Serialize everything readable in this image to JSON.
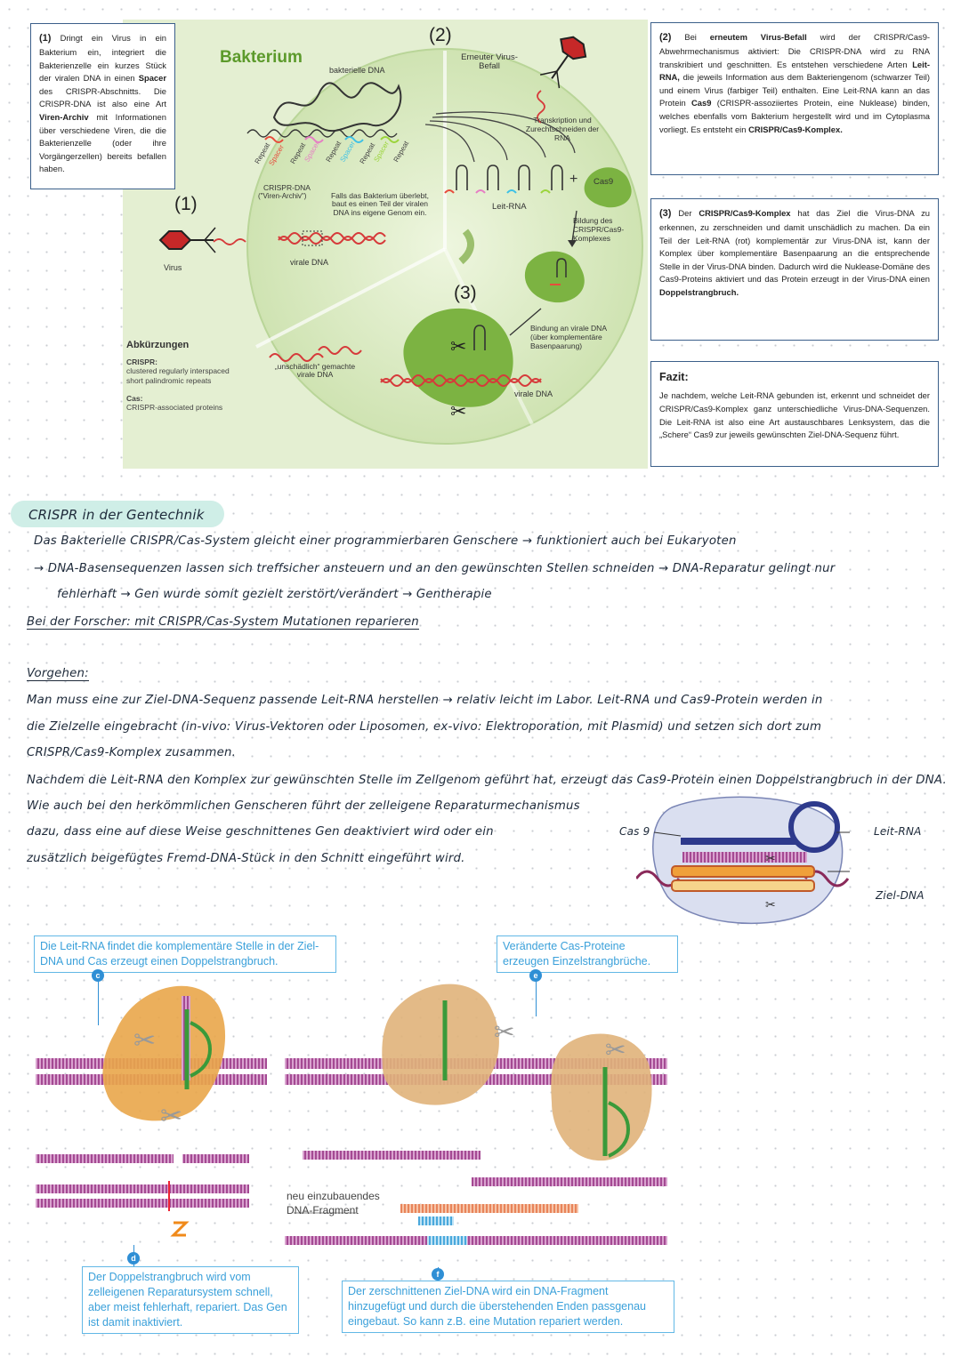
{
  "infobox1": {
    "num": "(1)",
    "part1": "Dringt ein Virus in ein Bakterium ein, integriert die Bakterienzelle ein kurzes Stück der viralen DNA in einen",
    "spacer": "Spacer",
    "part2": "des CRISPR-Abschnitts. Die CRISPR-DNA ist also eine Art",
    "archiv": "Viren-Archiv",
    "part3": "mit Informationen über verschiedene Viren, die die Bakterienzelle (oder ihre Vorgängerzellen) bereits befallen haben."
  },
  "infobox2": {
    "num": "(2)",
    "t1": "Bei",
    "bold1": "erneutem Virus-Befall",
    "t2": "wird der CRISPR/Cas9-Abwehrmechanismus aktiviert: Die CRISPR-DNA wird zu RNA transkribiert und geschnitten. Es entstehen verschiedene Arten",
    "bold2": "Leit-RNA,",
    "t3": "die jeweils Information aus dem Bakteriengenom (schwarzer Teil) und einem Virus (farbiger Teil) enthalten. Eine Leit-RNA kann an das Protein",
    "bold3": "Cas9",
    "t4": "(CRISPR-assoziiertes Protein, eine Nuklease) binden, welches ebenfalls vom Bakterium hergestellt wird und im Cytoplasma vorliegt. Es entsteht ein",
    "bold4": "CRISPR/Cas9-Komplex."
  },
  "infobox3": {
    "num": "(3)",
    "t1": "Der",
    "bold1": "CRISPR/Cas9-Komplex",
    "t2": "hat das Ziel die Virus-DNA zu erkennen, zu zerschneiden und damit unschädlich zu machen. Da ein Teil der Leit-RNA (rot) komplementär zur Virus-DNA ist, kann der Komplex über komplementäre Basenpaarung an die entsprechende Stelle in der Virus-DNA binden.",
    "t3": "Dadurch wird die Nuklease-Domäne des Cas9-Proteins aktiviert und das Protein erzeugt in der Virus-DNA einen",
    "bold2": "Doppelstrangbruch."
  },
  "fazit": {
    "title": "Fazit:",
    "text": "Je nachdem, welche Leit-RNA gebunden ist, erkennt und schneidet der CRISPR/Cas9-Komplex ganz unterschiedliche Virus-DNA-Sequenzen. Die Leit-RNA ist also eine Art austauschbares Lenksystem, das die „Schere“ Cas9 zur jeweils gewünschten Ziel-DNA-Sequenz führt."
  },
  "diagram": {
    "bakterium": "Bakterium",
    "bakterielle_dna": "bakterielle DNA",
    "repeat": "Repeat",
    "spacer": "Spacer",
    "crispr_dna": "CRISPR-DNA",
    "viren_archiv": "(\"Viren-Archiv\")",
    "falls": "Falls das Bakterium überlebt, baut es einen Teil der viralen DNA ins eigene Genom ein.",
    "virus": "Virus",
    "virale_dna": "virale DNA",
    "label1": "(1)",
    "label2": "(2)",
    "label3": "(3)",
    "erneuter": "Erneuter Virus-Befall",
    "transkription": "Transkription und Zurechtschneiden der RNA",
    "leit_rna": "Leit-RNA",
    "plus": "+",
    "cas9": "Cas9",
    "bildung": "Bildung des CRISPR/Cas9-Komplexes",
    "bindung": "Bindung an virale DNA (über komplementäre Basenpaarung)",
    "unschaedlich": "„unschädlich“ gemachte virale DNA",
    "virale_dna2": "virale DNA"
  },
  "abkuerzungen": {
    "title": "Abkürzungen",
    "crispr_t": "CRISPR:",
    "crispr_d": "clustered regularly interspaced short palindromic repeats",
    "cas_t": "Cas:",
    "cas_d": "CRISPR-associated proteins"
  },
  "notes": {
    "heading": "CRISPR in der Gentechnik",
    "line1": "Das Bakterielle CRISPR/Cas-System gleicht einer programmierbaren Genschere → funktioniert auch bei Eukaryoten",
    "line2": "→ DNA-Basensequenzen lassen sich treffsicher ansteuern und an den gewünschten Stellen schneiden → DNA-Reparatur gelingt nur",
    "line3": "fehlerhaft → Gen wurde somit gezielt zerstört/verändert → Gentherapie",
    "line4": "Bei der Forscher: mit CRISPR/Cas-System Mutationen reparieren",
    "vorgehen": "Vorgehen:",
    "v1": "Man muss eine zur Ziel-DNA-Sequenz passende Leit-RNA herstellen → relativ leicht im Labor. Leit-RNA und Cas9-Protein werden in",
    "v2": "die Zielzelle eingebracht (in-vivo: Virus-Vektoren oder Liposomen, ex-vivo: Elektroporation, mit Plasmid) und setzen sich dort zum",
    "v3": "CRISPR/Cas9-Komplex zusammen.",
    "v4": "Nachdem die Leit-RNA den Komplex zur gewünschten Stelle im Zellgenom geführt hat, erzeugt das Cas9-Protein einen Doppelstrangbruch in der DNA.",
    "v5": "Wie auch bei den herkömmlichen Genscheren führt der zelleigene Reparaturmechanismus",
    "v6": "dazu, dass eine auf diese Weise geschnittenes Gen deaktiviert wird oder ein",
    "v7": "zusätzlich beigefügtes Fremd-DNA-Stück in den Schnitt eingeführt wird."
  },
  "sketch": {
    "cas9": "Cas 9",
    "leit_rna": "Leit-RNA",
    "ziel_dna": "Ziel-DNA"
  },
  "bottom": {
    "cap_c": "Die Leit-RNA findet die komplementäre Stelle in der Ziel-DNA und Cas erzeugt einen Doppelstrangbruch.",
    "cap_e": "Veränderte Cas-Proteine erzeugen Einzelstrangbrüche.",
    "cap_d": "Der Doppelstrangbruch wird vom zelleigenen Reparatursystem schnell, aber meist fehlerhaft, repariert. Das Gen ist damit inaktiviert.",
    "cap_f": "Der zerschnittenen Ziel-DNA wird ein DNA-Fragment hinzugefügt und durch die überstehenden Enden passgenau eingebaut. So kann z.B. eine Mutation repariert werden.",
    "neu": "neu einzubauendes DNA-Fragment",
    "c": "c",
    "d": "d",
    "e": "e",
    "f": "f"
  },
  "colors": {
    "green_light": "#dcebc3",
    "green_dark": "#7cb342",
    "dna_red": "#d63a3a",
    "dna_purple": "#b0569a",
    "cas_orange": "#e9a64a",
    "rna_green": "#3a9a3a",
    "caption_blue": "#3aa0da"
  }
}
